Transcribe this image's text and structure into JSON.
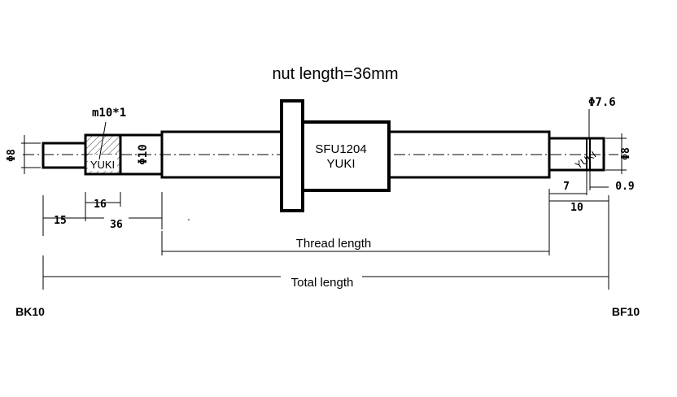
{
  "title": "nut length=36mm",
  "nut": {
    "model": "SFU1204",
    "brand": "YUKI"
  },
  "left_end": {
    "diameter": "Φ8",
    "thread": "m10*1",
    "brand": "YUKI",
    "journal_diameter": "Φ10",
    "dim_thread": "16",
    "dim_step": "15",
    "dim_total": "36",
    "support": "BK10"
  },
  "right_end": {
    "groove_diameter": "Φ7.6",
    "diameter": "Φ8",
    "brand": "YUKI",
    "dim_groove_pos": "7",
    "dim_groove_width": "0.9",
    "dim_total": "10",
    "support": "BF10"
  },
  "dimensions": {
    "thread_length": "Thread length",
    "total_length": "Total length"
  }
}
